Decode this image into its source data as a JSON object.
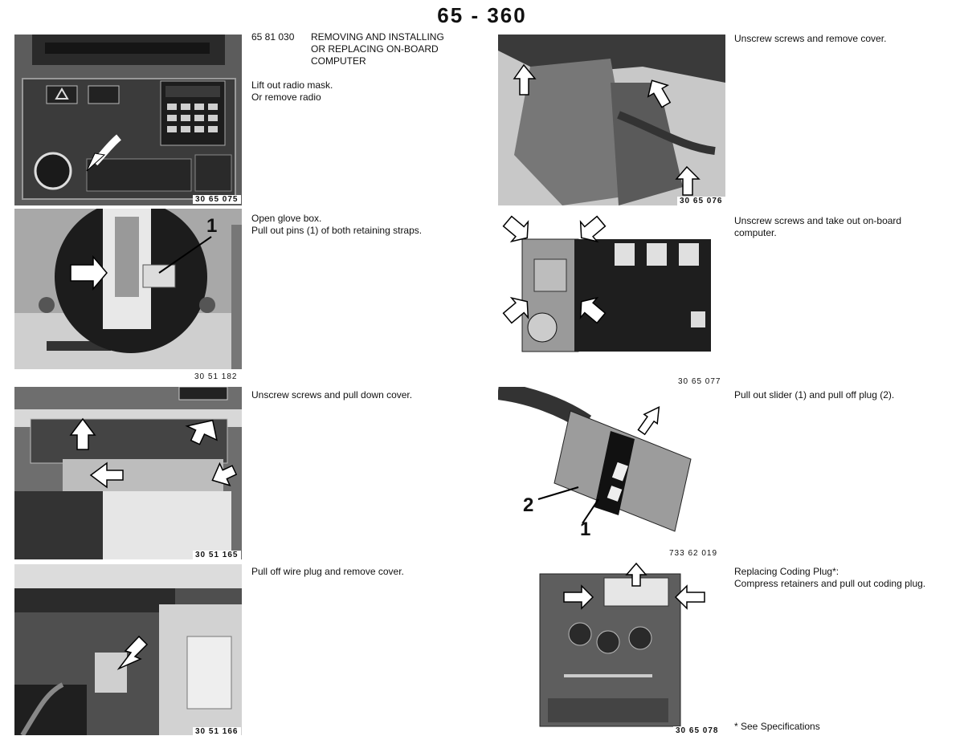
{
  "page_number": "65 - 360",
  "section": {
    "code": "65 81 030",
    "title": "REMOVING AND INSTALLING\nOR REPLACING ON-BOARD\nCOMPUTER"
  },
  "steps_left": [
    {
      "text": "Lift out radio mask.\nOr remove radio",
      "figure": "30 65 075"
    },
    {
      "text": "Open glove box.\nPull out pins (1) of both retaining straps.",
      "figure": "30 51 182",
      "callouts": [
        "1"
      ]
    },
    {
      "text": "Unscrew screws and pull down cover.",
      "figure": "30 51 165"
    },
    {
      "text": "Pull off wire plug and remove cover.",
      "figure": "30 51 166"
    }
  ],
  "steps_right": [
    {
      "text": "Unscrew screws and remove cover.",
      "figure": "30 65 076"
    },
    {
      "text": "Unscrew screws and take out on-board\ncomputer.",
      "figure": "30 65 077"
    },
    {
      "text": "Pull out slider (1) and pull off plug (2).",
      "figure": "733 62 019",
      "callouts": [
        "2",
        "1"
      ]
    },
    {
      "text": "Replacing Coding Plug*:\nCompress retainers and pull out coding plug.",
      "figure": "30 65 078"
    }
  ],
  "footnote": "* See Specifications"
}
